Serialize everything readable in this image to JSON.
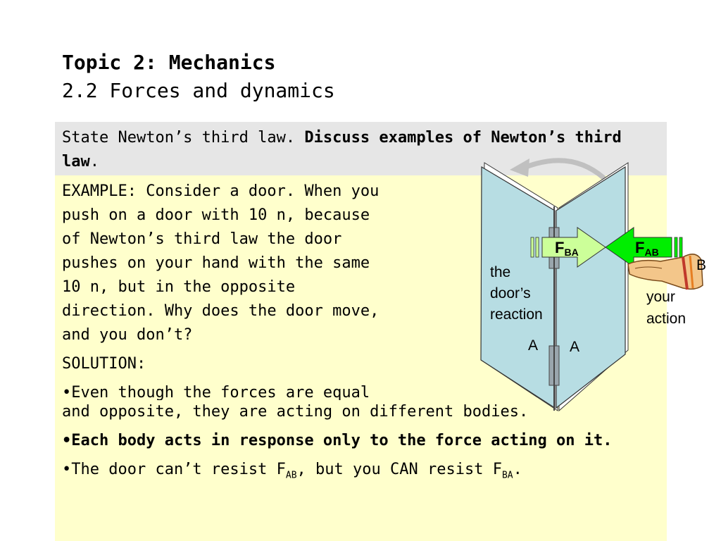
{
  "title": {
    "main": "Topic 2: Mechanics",
    "sub": "2.2 Forces and dynamics"
  },
  "objective": {
    "plain": "State Newton’s third law. ",
    "bold": "Discuss examples of Newton’s third law",
    "end": "."
  },
  "example": {
    "lines": [
      "EXAMPLE: Consider a door. When you",
      "push on a door with 10 n, because",
      "of Newton’s third law the door",
      "pushes on your hand with the same",
      "10 n, but in the opposite",
      "direction. Why does the door move,",
      "and you don’t?"
    ]
  },
  "solution": {
    "heading": "SOLUTION:",
    "bullet1_first": "•Even though the forces are equal",
    "bullet1_rest": "and opposite, they are acting on different bodies.",
    "bullet2": "•Each body acts in response only to the force acting on it.",
    "bullet3_a": "•The door can’t resist F",
    "bullet3_sub1": "AB",
    "bullet3_b": ", but you CAN resist F",
    "bullet3_sub2": "BA",
    "bullet3_c": "."
  },
  "diagram": {
    "force_ba": {
      "main": "F",
      "sub": "BA"
    },
    "force_ab": {
      "main": "F",
      "sub": "AB"
    },
    "reaction_lines": [
      "the",
      "door’s",
      "reaction"
    ],
    "action_lines": [
      "your",
      "action"
    ],
    "label_a_left": "A",
    "label_a_right": "A",
    "label_b": "B",
    "colors": {
      "door": "#b7dde3",
      "arrow_light": "#ccff99",
      "arrow_bright": "#00ee00",
      "rotation_arrow": "#c0c0c0"
    }
  }
}
